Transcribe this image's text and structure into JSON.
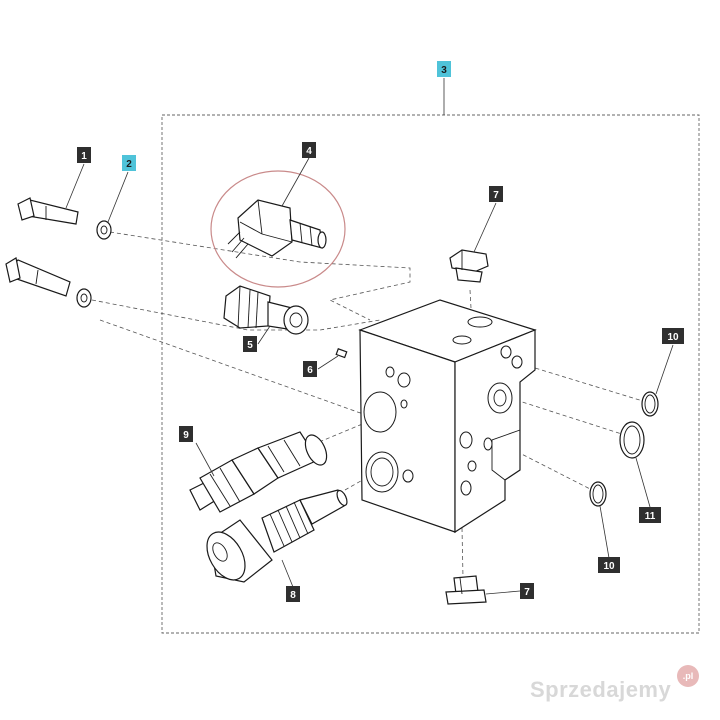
{
  "callouts": {
    "c1": "1",
    "c2": "2",
    "c3": "3",
    "c4": "4",
    "c5": "5",
    "c6": "6",
    "c7a": "7",
    "c7b": "7",
    "c8": "8",
    "c9": "9",
    "c10a": "10",
    "c10b": "10",
    "c11": "11"
  },
  "colors": {
    "callout_dark": "#2f2f2f",
    "callout_cyan": "#4fc3d9",
    "highlight": "#c98a8a"
  },
  "watermark": {
    "brand": "Sprzedajemy",
    "suffix": ".pl"
  }
}
